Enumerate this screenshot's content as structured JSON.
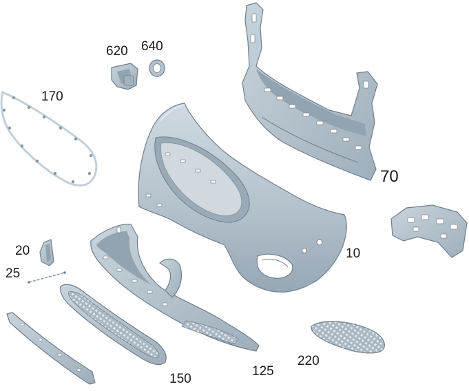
{
  "labels": {
    "part_10": "10",
    "part_20": "20",
    "part_25": "25",
    "part_70": "70",
    "part_125": "125",
    "part_150": "150",
    "part_170": "170",
    "part_220": "220",
    "part_620": "620",
    "part_640": "640"
  },
  "colors": {
    "part_fill": "#b4c2cc",
    "part_shade": "#93a3b0",
    "part_highlight": "#d2dde4",
    "outline": "#6f7e8c",
    "label": "#1a1a1a",
    "background": "#ffffff"
  }
}
